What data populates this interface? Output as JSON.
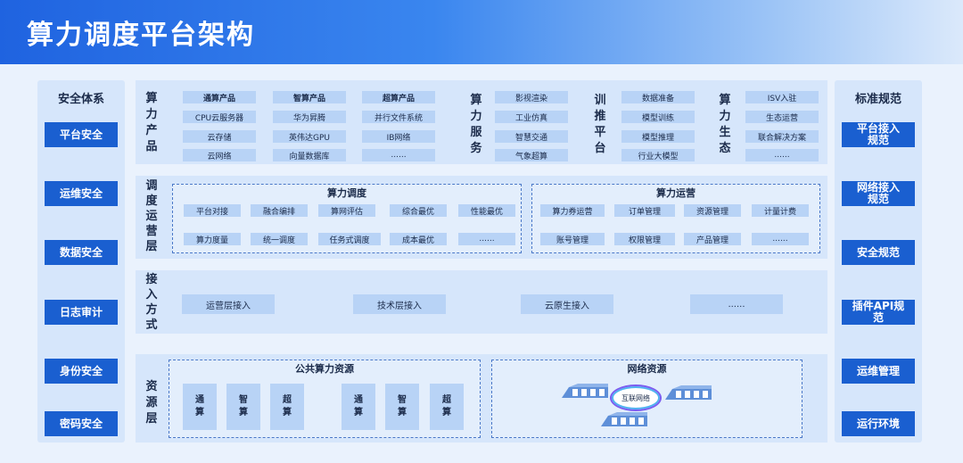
{
  "title": "算力调度平台架构",
  "left_panel": {
    "title": "安全体系",
    "items": [
      "平台安全",
      "运维安全",
      "数据安全",
      "日志审计",
      "身份安全",
      "密码安全"
    ]
  },
  "right_panel": {
    "title": "标准规范",
    "items": [
      "平台接入\n规范",
      "网络接入\n规范",
      "安全规范",
      "插件API规\n范",
      "运维管理",
      "运行环境"
    ]
  },
  "products": {
    "label": "算\n力\n产\n品",
    "columns": [
      [
        "通算产品",
        "CPU云服务器",
        "云存储",
        "云网络"
      ],
      [
        "智算产品",
        "华为昇腾",
        "英伟达GPU",
        "向量数据库"
      ],
      [
        "超算产品",
        "并行文件系统",
        "IB网络",
        "......"
      ]
    ],
    "services_label": "算\n力\n服\n务",
    "services": [
      "影视渲染",
      "工业仿真",
      "智慧交通",
      "气象超算"
    ],
    "training_label": "训\n推\n平\n台",
    "training": [
      "数据准备",
      "模型训练",
      "模型推理",
      "行业大模型"
    ],
    "ecology_label": "算\n力\n生\n态",
    "ecology": [
      "ISV入驻",
      "生态运营",
      "联合解决方案",
      "......"
    ]
  },
  "scheduling": {
    "label": "调\n度\n运\n营\n层",
    "dispatch": {
      "title": "算力调度",
      "row1": [
        "平台对接",
        "融合编排",
        "算网评估",
        "综合最优",
        "性能最优"
      ],
      "row2": [
        "算力度量",
        "统一调度",
        "任务式调度",
        "成本最优",
        "......"
      ]
    },
    "operation": {
      "title": "算力运营",
      "row1": [
        "算力券运营",
        "订单管理",
        "资源管理",
        "计量计费"
      ],
      "row2": [
        "账号管理",
        "权限管理",
        "产品管理",
        "......"
      ]
    }
  },
  "access": {
    "label": "接\n入\n方\n式",
    "items": [
      "运营层接入",
      "技术层接入",
      "云原生接入",
      "......"
    ]
  },
  "resources": {
    "label": "资\n源\n层",
    "public": {
      "title": "公共算力资源",
      "boxes": [
        "通\n算",
        "智\n算",
        "超\n算",
        "通\n算",
        "智\n算",
        "超\n算"
      ]
    },
    "network": {
      "title": "网络资源",
      "center_label": "互联网络"
    }
  },
  "colors": {
    "accent": "#1a5fd0",
    "panel": "#d6e6fb",
    "chip": "#b8d3f6"
  }
}
